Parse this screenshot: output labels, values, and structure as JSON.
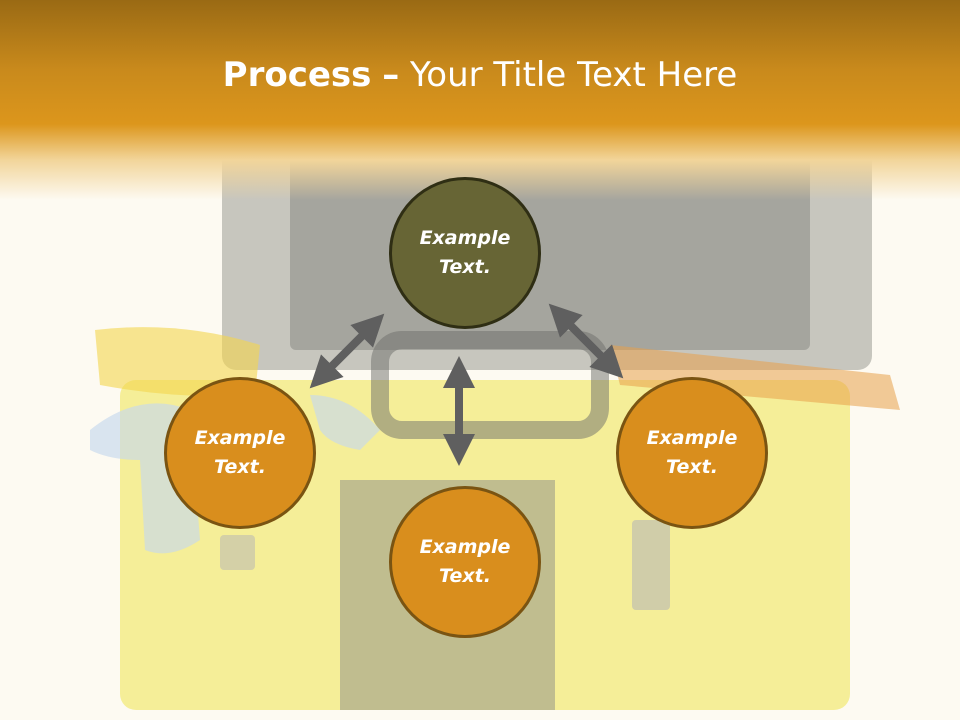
{
  "title": {
    "bold": "Process",
    "separator": "–",
    "rest": "Your Title Text Here"
  },
  "nodes": [
    {
      "text": "Example Text."
    },
    {
      "text": "Example Text."
    },
    {
      "text": "Example Text."
    },
    {
      "text": "Example Text."
    }
  ],
  "colors": {
    "header": "#dc961c",
    "top_node": "#676535",
    "side_node": "#d98e1d",
    "arrow": "#5f5f5f"
  }
}
